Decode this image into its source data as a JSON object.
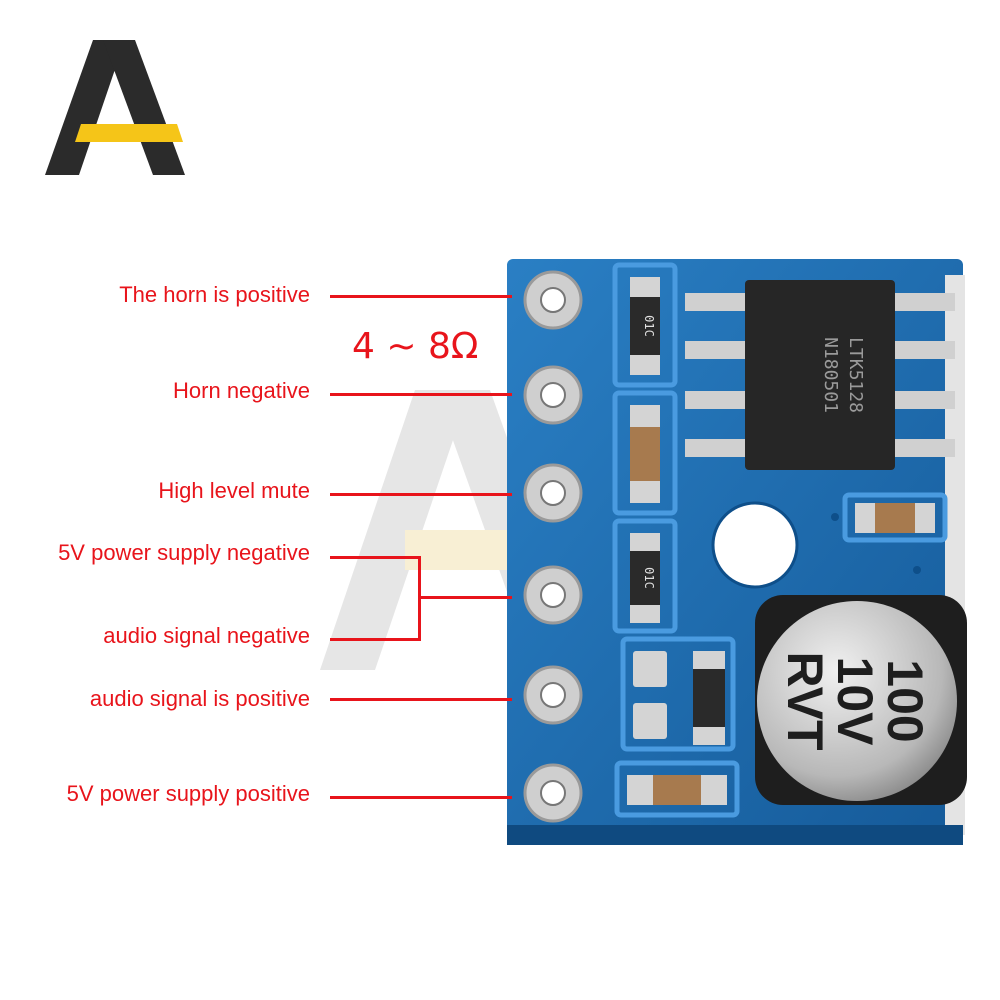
{
  "logo": {
    "icon": "brand-logo-icon",
    "colors": {
      "dark": "#2b2b2b",
      "accent": "#f5c518"
    }
  },
  "pins": [
    {
      "label": "The horn is positive"
    },
    {
      "label": "Horn negative"
    },
    {
      "label": "High level mute"
    },
    {
      "label": "5V power supply negative"
    },
    {
      "label": "audio signal negative"
    },
    {
      "label": "audio signal is positive"
    },
    {
      "label": "5V power supply positive"
    }
  ],
  "annotation": {
    "impedance": "4 ~ 8Ω"
  },
  "board": {
    "ic": {
      "marking_line1": "LTK5128",
      "marking_line2": "N180501"
    },
    "capacitor": {
      "line1": "100",
      "line2": "10V",
      "line3": "RVT"
    },
    "resistor_marking": "01C",
    "colors": {
      "pcb": "#1f6fb6",
      "label_red": "#e8141b",
      "pad": "#c9c9c9"
    }
  }
}
